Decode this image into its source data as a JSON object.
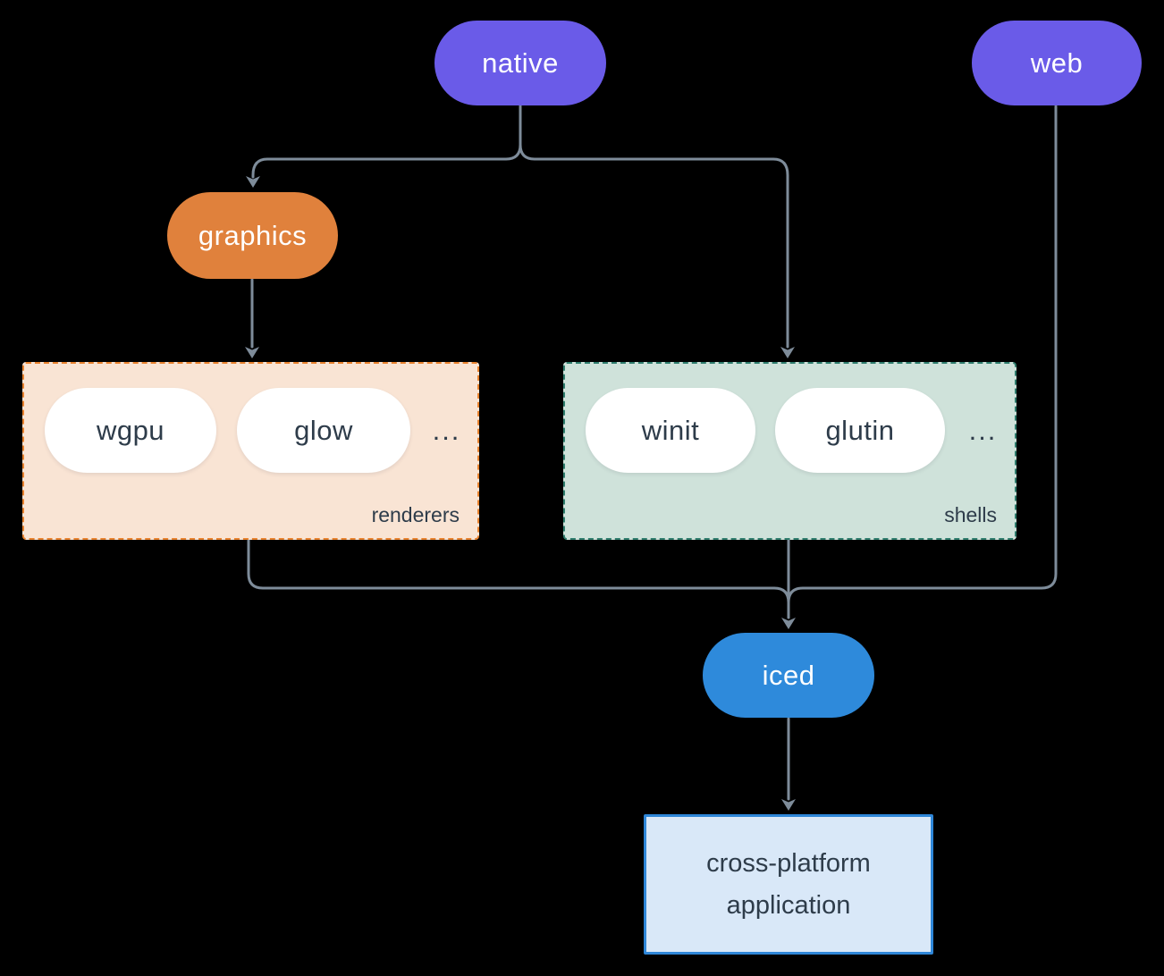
{
  "diagram": {
    "background_color": "#000000",
    "edge_color": "#7e8c9a",
    "nodes": {
      "native": {
        "label": "native",
        "color": "#6a5be8",
        "text_color": "#ffffff"
      },
      "web": {
        "label": "web",
        "color": "#6a5be8",
        "text_color": "#ffffff"
      },
      "graphics": {
        "label": "graphics",
        "color": "#e0813c",
        "text_color": "#ffffff"
      },
      "iced": {
        "label": "iced",
        "color": "#2e8adb",
        "text_color": "#ffffff"
      },
      "application": {
        "label": "cross-platform application",
        "fill": "#d9e8f8",
        "border_color": "#2e86d8",
        "text_color": "#2e3c4a"
      }
    },
    "groups": {
      "renderers": {
        "label": "renderers",
        "items": [
          "wgpu",
          "glow"
        ],
        "ellipsis": "...",
        "fill": "#f9e4d4",
        "border_color": "#e8822e",
        "item_fill": "#ffffff",
        "item_text_color": "#2e3c4a"
      },
      "shells": {
        "label": "shells",
        "items": [
          "winit",
          "glutin"
        ],
        "ellipsis": "...",
        "fill": "#cfe2da",
        "border_color": "#2f7d6d",
        "item_fill": "#ffffff",
        "item_text_color": "#2e3c4a"
      }
    },
    "edges": [
      "native -> graphics",
      "native -> shells",
      "graphics -> renderers",
      "renderers -> iced",
      "shells -> iced",
      "web -> iced",
      "iced -> application"
    ]
  }
}
